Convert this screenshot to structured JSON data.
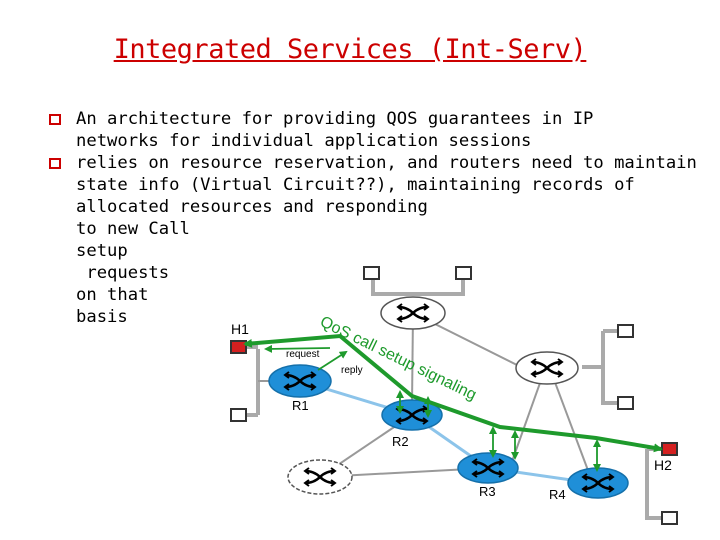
{
  "slide": {
    "title": "Integrated Services (Int-Serv)",
    "accent_color": "#cc0000",
    "bullet_icon": "checkbox-bullet-icon",
    "bullets": [
      {
        "lines": [
          "An architecture for providing QOS guarantees in IP",
          "networks for individual application sessions"
        ]
      },
      {
        "lines": [
          "relies on resource reservation, and routers need to maintain",
          "state info (Virtual Circuit??), maintaining records of",
          "allocated resources and responding",
          "to new Call",
          "setup",
          " requests",
          "on that",
          "basis"
        ]
      }
    ]
  },
  "diagram": {
    "hosts": {
      "h1": "H1",
      "h2": "H2"
    },
    "routers": {
      "r1": "R1",
      "r2": "R2",
      "r3": "R3",
      "r4": "R4"
    },
    "signaling_label": "QoS call setup signaling",
    "request_label": "request",
    "reply_label": "reply",
    "colors": {
      "signal": "#1e9a2c",
      "router": "#1f8fd8",
      "host": "#d42020",
      "lan": "#aaaaaa",
      "core_link": "#8cc4ea",
      "other_link": "#999999"
    }
  }
}
